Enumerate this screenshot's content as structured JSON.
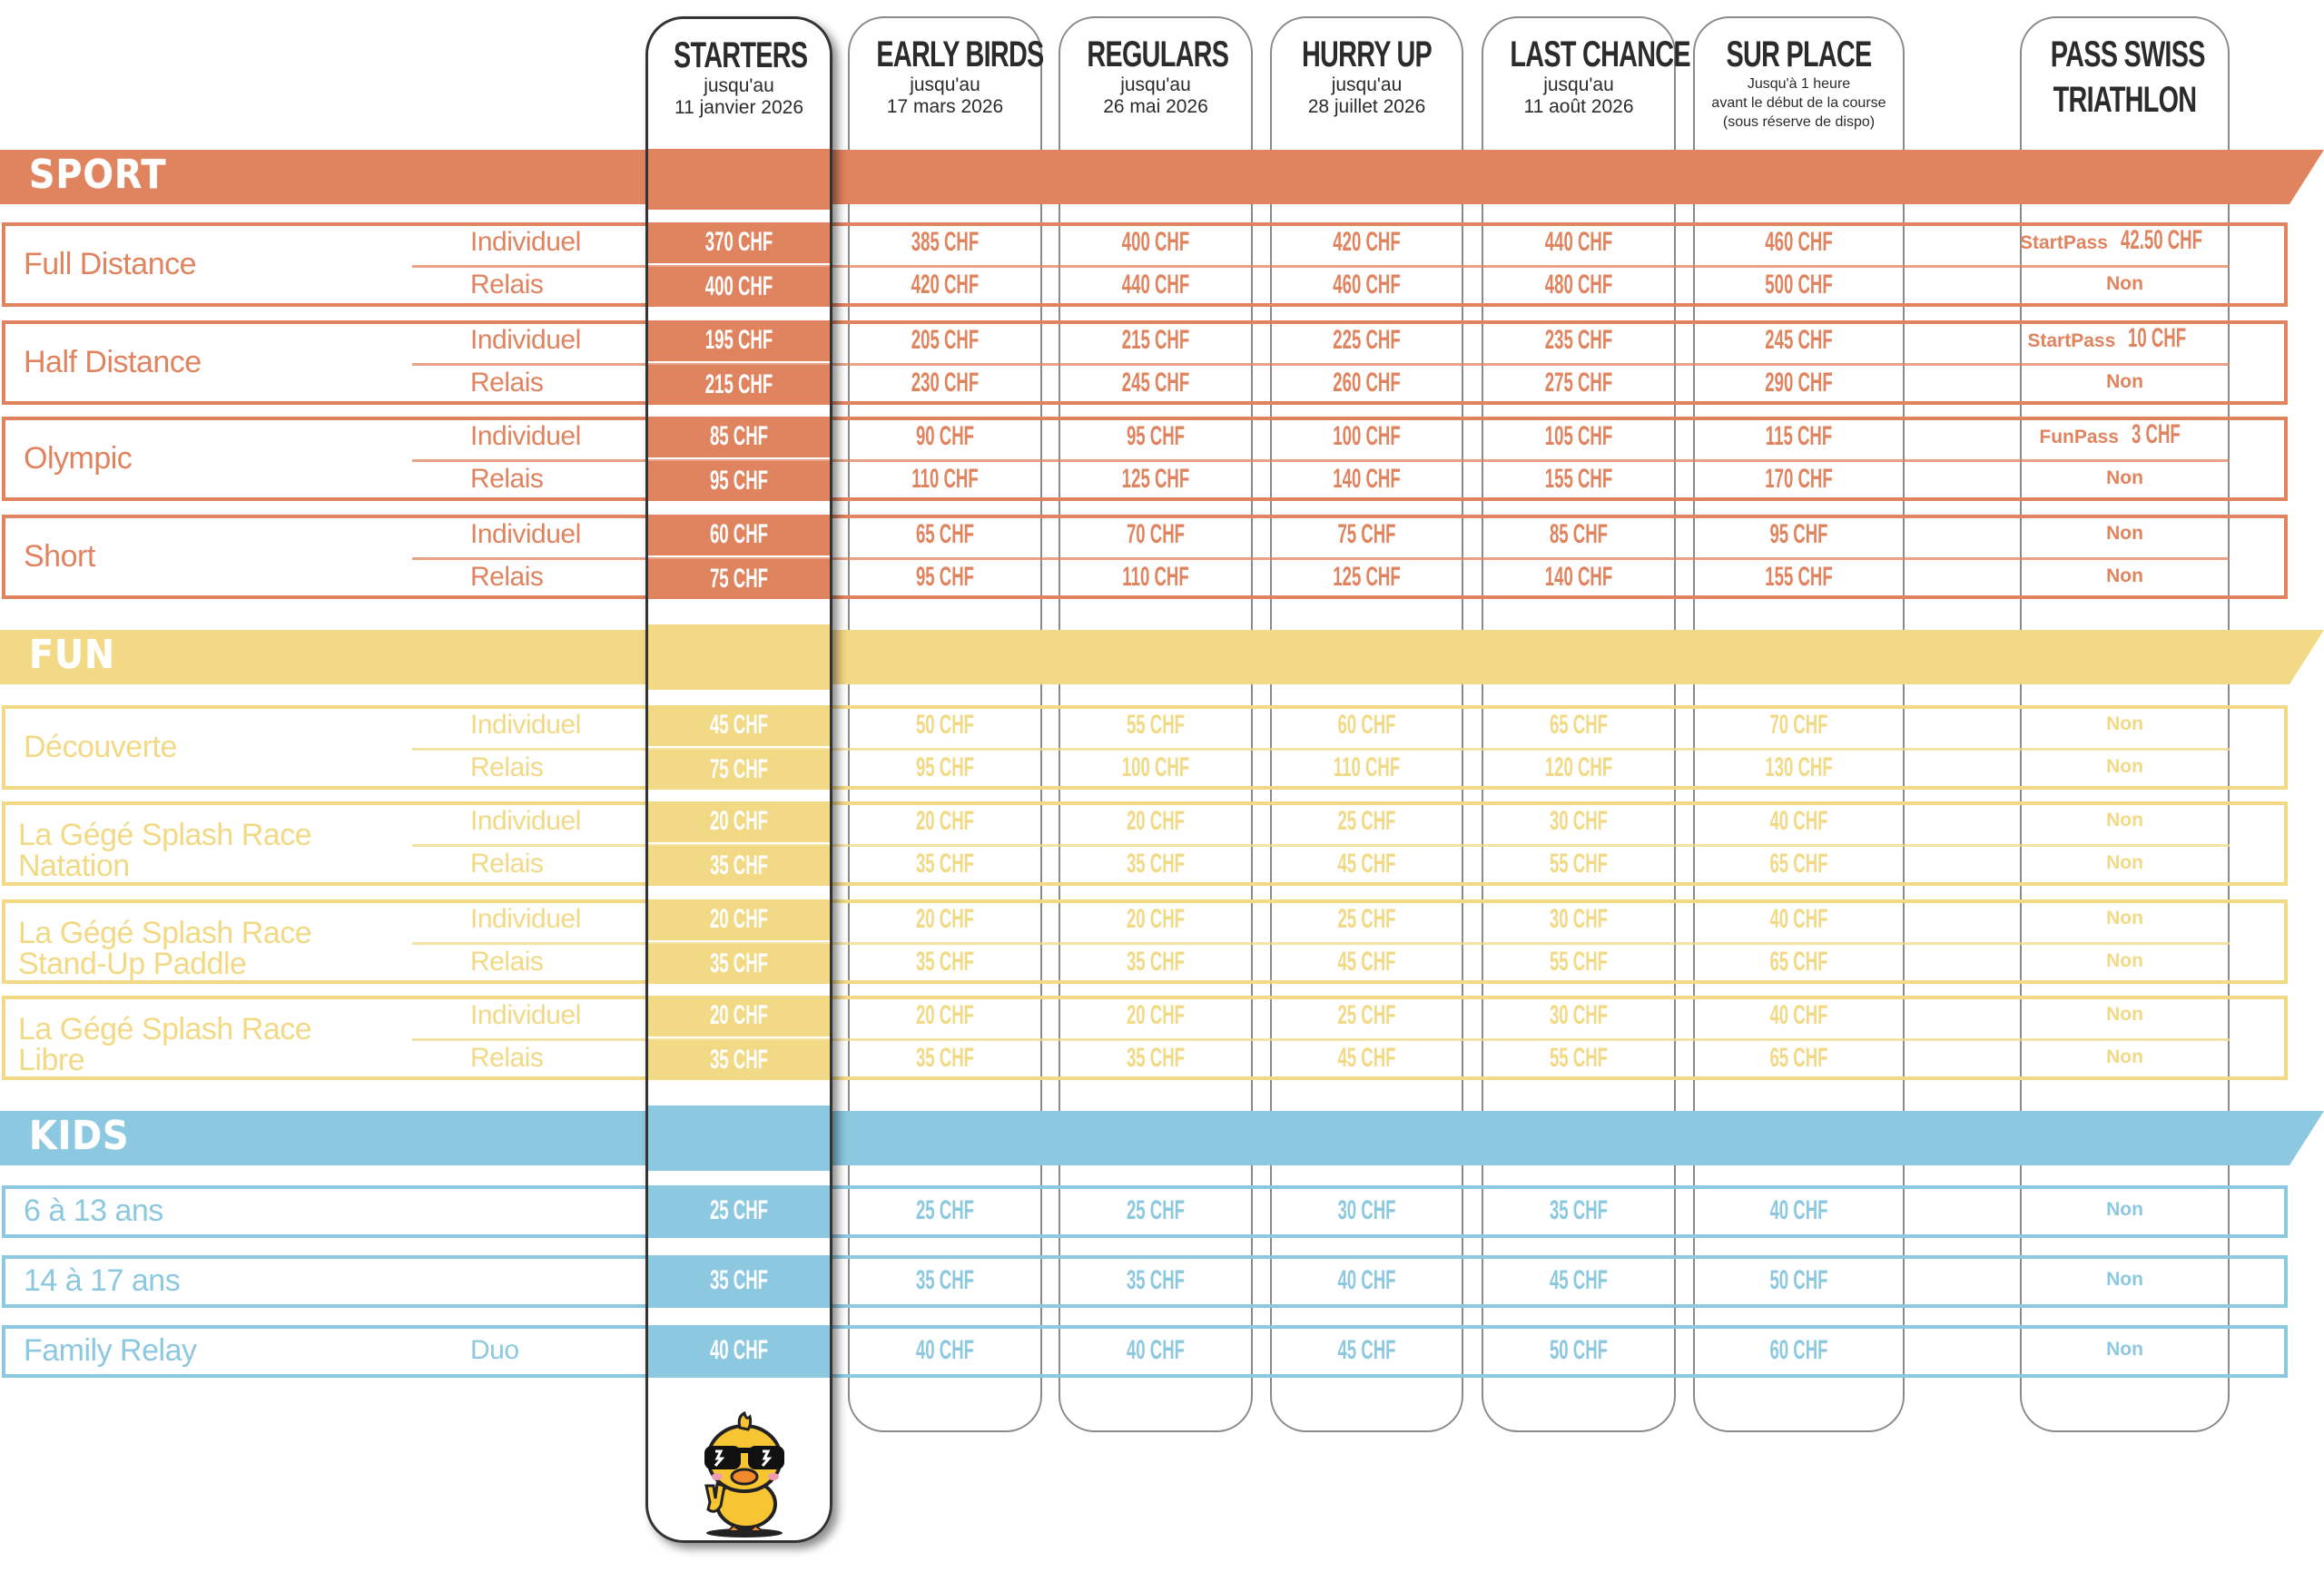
{
  "colors": {
    "sport": "#E0835F",
    "fun": "#F2D985",
    "kids": "#8CC8E0",
    "header_text": "#2b2b2b"
  },
  "columns": [
    {
      "title": "STARTERS",
      "sub1": "jusqu'au",
      "sub2": "11 janvier 2026"
    },
    {
      "title": "EARLY BIRDS",
      "sub1": "jusqu'au",
      "sub2": "17 mars 2026"
    },
    {
      "title": "REGULARS",
      "sub1": "jusqu'au",
      "sub2": "26 mai 2026"
    },
    {
      "title": "HURRY UP",
      "sub1": "jusqu'au",
      "sub2": "28 juillet 2026"
    },
    {
      "title": "LAST CHANCE",
      "sub1": "jusqu'au",
      "sub2": "11 août 2026"
    },
    {
      "title": "SUR PLACE",
      "sub1": "Jusqu'à 1 heure",
      "sub2": "avant le début de la course",
      "sub3": "(sous réserve de dispo)"
    },
    {
      "title": "PASS SWISS",
      "title2": "TRIATHLON"
    }
  ],
  "sections": {
    "sport": {
      "label": "SPORT",
      "races": [
        {
          "name": "Full Distance",
          "rows": [
            {
              "type": "Individuel",
              "prices": [
                "370 CHF",
                "385 CHF",
                "400 CHF",
                "420 CHF",
                "440 CHF",
                "460 CHF"
              ],
              "pass_label": "StartPass",
              "pass_price": "42.50 CHF"
            },
            {
              "type": "Relais",
              "prices": [
                "400 CHF",
                "420 CHF",
                "440 CHF",
                "460 CHF",
                "480 CHF",
                "500 CHF"
              ],
              "pass": "Non"
            }
          ]
        },
        {
          "name": "Half Distance",
          "rows": [
            {
              "type": "Individuel",
              "prices": [
                "195 CHF",
                "205 CHF",
                "215 CHF",
                "225 CHF",
                "235 CHF",
                "245 CHF"
              ],
              "pass_label": "StartPass",
              "pass_price": "10 CHF"
            },
            {
              "type": "Relais",
              "prices": [
                "215 CHF",
                "230 CHF",
                "245 CHF",
                "260 CHF",
                "275 CHF",
                "290 CHF"
              ],
              "pass": "Non"
            }
          ]
        },
        {
          "name": "Olympic",
          "rows": [
            {
              "type": "Individuel",
              "prices": [
                "85 CHF",
                "90 CHF",
                "95 CHF",
                "100 CHF",
                "105 CHF",
                "115 CHF"
              ],
              "pass_label": "FunPass",
              "pass_price": "3 CHF"
            },
            {
              "type": "Relais",
              "prices": [
                "95 CHF",
                "110 CHF",
                "125 CHF",
                "140 CHF",
                "155 CHF",
                "170 CHF"
              ],
              "pass": "Non"
            }
          ]
        },
        {
          "name": "Short",
          "rows": [
            {
              "type": "Individuel",
              "prices": [
                "60 CHF",
                "65 CHF",
                "70 CHF",
                "75 CHF",
                "85 CHF",
                "95 CHF"
              ],
              "pass": "Non"
            },
            {
              "type": "Relais",
              "prices": [
                "75 CHF",
                "95 CHF",
                "110 CHF",
                "125 CHF",
                "140 CHF",
                "155 CHF"
              ],
              "pass": "Non"
            }
          ]
        }
      ]
    },
    "fun": {
      "label": "FUN",
      "races": [
        {
          "name": "Découverte",
          "rows": [
            {
              "type": "Individuel",
              "prices": [
                "45 CHF",
                "50 CHF",
                "55 CHF",
                "60 CHF",
                "65 CHF",
                "70 CHF"
              ],
              "pass": "Non"
            },
            {
              "type": "Relais",
              "prices": [
                "75 CHF",
                "95 CHF",
                "100 CHF",
                "110 CHF",
                "120 CHF",
                "130 CHF"
              ],
              "pass": "Non"
            }
          ]
        },
        {
          "name": "La Gégé Splash Race",
          "name2": "Natation",
          "rows": [
            {
              "type": "Individuel",
              "prices": [
                "20 CHF",
                "20 CHF",
                "20 CHF",
                "25 CHF",
                "30 CHF",
                "40 CHF"
              ],
              "pass": "Non"
            },
            {
              "type": "Relais",
              "prices": [
                "35 CHF",
                "35 CHF",
                "35 CHF",
                "45 CHF",
                "55 CHF",
                "65 CHF"
              ],
              "pass": "Non"
            }
          ]
        },
        {
          "name": "La Gégé Splash Race",
          "name2": "Stand-Up Paddle",
          "rows": [
            {
              "type": "Individuel",
              "prices": [
                "20 CHF",
                "20 CHF",
                "20 CHF",
                "25 CHF",
                "30 CHF",
                "40 CHF"
              ],
              "pass": "Non"
            },
            {
              "type": "Relais",
              "prices": [
                "35 CHF",
                "35 CHF",
                "35 CHF",
                "45 CHF",
                "55 CHF",
                "65 CHF"
              ],
              "pass": "Non"
            }
          ]
        },
        {
          "name": "La Gégé Splash Race",
          "name2": "Libre",
          "rows": [
            {
              "type": "Individuel",
              "prices": [
                "20 CHF",
                "20 CHF",
                "20 CHF",
                "25 CHF",
                "30 CHF",
                "40 CHF"
              ],
              "pass": "Non"
            },
            {
              "type": "Relais",
              "prices": [
                "35 CHF",
                "35 CHF",
                "35 CHF",
                "45 CHF",
                "55 CHF",
                "65 CHF"
              ],
              "pass": "Non"
            }
          ]
        }
      ]
    },
    "kids": {
      "label": "KIDS",
      "races": [
        {
          "name": "6 à 13 ans",
          "rows": [
            {
              "type": "",
              "prices": [
                "25 CHF",
                "25 CHF",
                "25 CHF",
                "30 CHF",
                "35 CHF",
                "40 CHF"
              ],
              "pass": "Non"
            }
          ]
        },
        {
          "name": "14 à 17 ans",
          "rows": [
            {
              "type": "",
              "prices": [
                "35 CHF",
                "35 CHF",
                "35 CHF",
                "40 CHF",
                "45 CHF",
                "50 CHF"
              ],
              "pass": "Non"
            }
          ]
        },
        {
          "name": "Family Relay",
          "rows": [
            {
              "type": "Duo",
              "prices": [
                "40 CHF",
                "40 CHF",
                "40 CHF",
                "45 CHF",
                "50 CHF",
                "60 CHF"
              ],
              "pass": "Non"
            }
          ]
        }
      ]
    }
  },
  "mascot": {
    "icon": "duck-sunglasses-icon"
  }
}
